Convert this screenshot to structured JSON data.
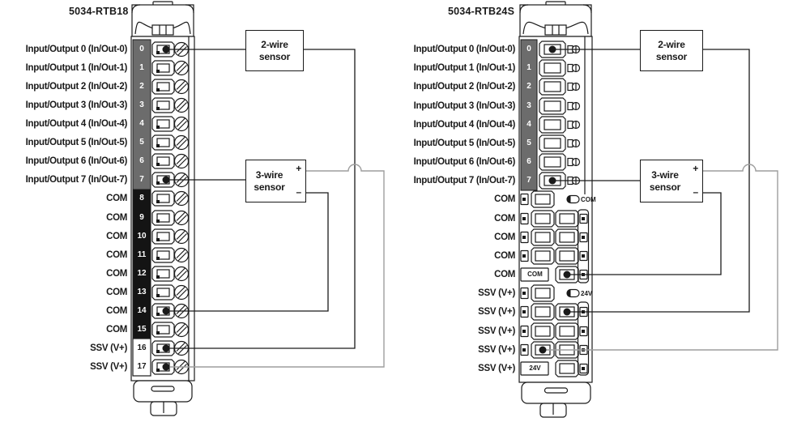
{
  "colors": {
    "line": "#1a1a1a",
    "band_gray": "#6c6c6c",
    "band_dark": "#141414",
    "wire_black": "#1a1a1a",
    "wire_gray": "#9e9e9e"
  },
  "left_module": {
    "title": "5034-RTB18",
    "terminals": [
      {
        "num": "0",
        "label": "Input/Output 0 (In/Out-0)"
      },
      {
        "num": "1",
        "label": "Input/Output 1 (In/Out-1)"
      },
      {
        "num": "2",
        "label": "Input/Output 2 (In/Out-2)"
      },
      {
        "num": "3",
        "label": "Input/Output 3 (In/Out-3)"
      },
      {
        "num": "4",
        "label": "Input/Output 4 (In/Out-4)"
      },
      {
        "num": "5",
        "label": "Input/Output 5 (In/Out-5)"
      },
      {
        "num": "6",
        "label": "Input/Output 6 (In/Out-6)"
      },
      {
        "num": "7",
        "label": "Input/Output 7 (In/Out-7)"
      },
      {
        "num": "8",
        "label": "COM"
      },
      {
        "num": "9",
        "label": "COM"
      },
      {
        "num": "10",
        "label": "COM"
      },
      {
        "num": "11",
        "label": "COM"
      },
      {
        "num": "12",
        "label": "COM"
      },
      {
        "num": "13",
        "label": "COM"
      },
      {
        "num": "14",
        "label": "COM"
      },
      {
        "num": "15",
        "label": "COM"
      },
      {
        "num": "16",
        "label": "SSV (V+)"
      },
      {
        "num": "17",
        "label": "SSV (V+)"
      }
    ]
  },
  "right_module": {
    "title": "5034-RTB24S",
    "terminals": [
      {
        "num": "0",
        "label": "Input/Output 0 (In/Out-0)"
      },
      {
        "num": "1",
        "label": "Input/Output 1 (In/Out-1)"
      },
      {
        "num": "2",
        "label": "Input/Output 2 (In/Out-2)"
      },
      {
        "num": "3",
        "label": "Input/Output 3 (In/Out-3)"
      },
      {
        "num": "4",
        "label": "Input/Output 4 (In/Out-4)"
      },
      {
        "num": "5",
        "label": "Input/Output 5 (In/Out-5)"
      },
      {
        "num": "6",
        "label": "Input/Output 6 (In/Out-6)"
      },
      {
        "num": "7",
        "label": "Input/Output 7 (In/Out-7)"
      },
      {
        "num": "",
        "label": "COM"
      },
      {
        "num": "",
        "label": "COM"
      },
      {
        "num": "",
        "label": "COM"
      },
      {
        "num": "",
        "label": "COM"
      },
      {
        "num": "",
        "label": "COM"
      },
      {
        "num": "",
        "label": "SSV (V+)"
      },
      {
        "num": "",
        "label": "SSV (V+)"
      },
      {
        "num": "",
        "label": "SSV (V+)"
      },
      {
        "num": "",
        "label": "SSV (V+)"
      },
      {
        "num": "",
        "label": "SSV (V+)"
      }
    ],
    "marks": {
      "com_pill": "COM",
      "v24_pill": "24V",
      "com_box": "COM",
      "v24_box": "24V"
    }
  },
  "sensors": {
    "two_wire_line1": "2-wire",
    "two_wire_line2": "sensor",
    "three_wire_line1": "3-wire",
    "three_wire_line2": "sensor",
    "plus": "+",
    "minus": "–"
  }
}
